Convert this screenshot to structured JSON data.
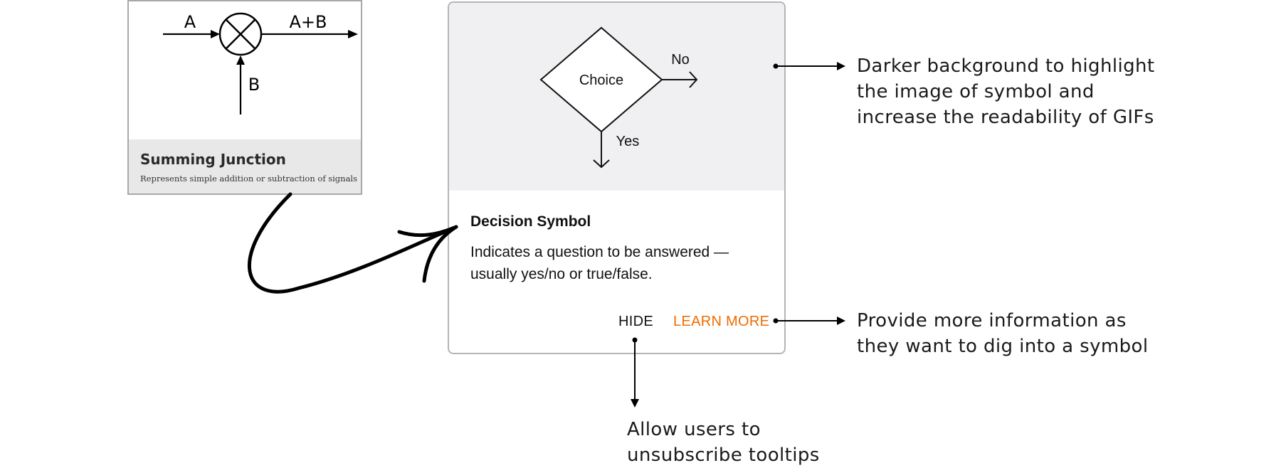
{
  "summing_junction": {
    "input_a": "A",
    "input_b": "B",
    "output": "A+B",
    "title": "Summing Junction",
    "description": "Represents simple addition or subtraction of signals"
  },
  "decision_card": {
    "diagram": {
      "shape_label": "Choice",
      "branch_no": "No",
      "branch_yes": "Yes"
    },
    "title": "Decision Symbol",
    "description": "Indicates a question to be answered — usually yes/no or true/false.",
    "actions": {
      "hide": "HIDE",
      "learn_more": "LEARN MORE"
    },
    "colors": {
      "media_background": "#f0f0f2",
      "learn_more": "#ef6c00"
    }
  },
  "annotations": {
    "background_note": "Darker background to highlight\nthe image of symbol and\nincrease the readability of GIFs",
    "learn_more_note": "Provide more information as\nthey want to dig into a symbol",
    "hide_note": "Allow users to\nunsubscribe tooltips"
  }
}
